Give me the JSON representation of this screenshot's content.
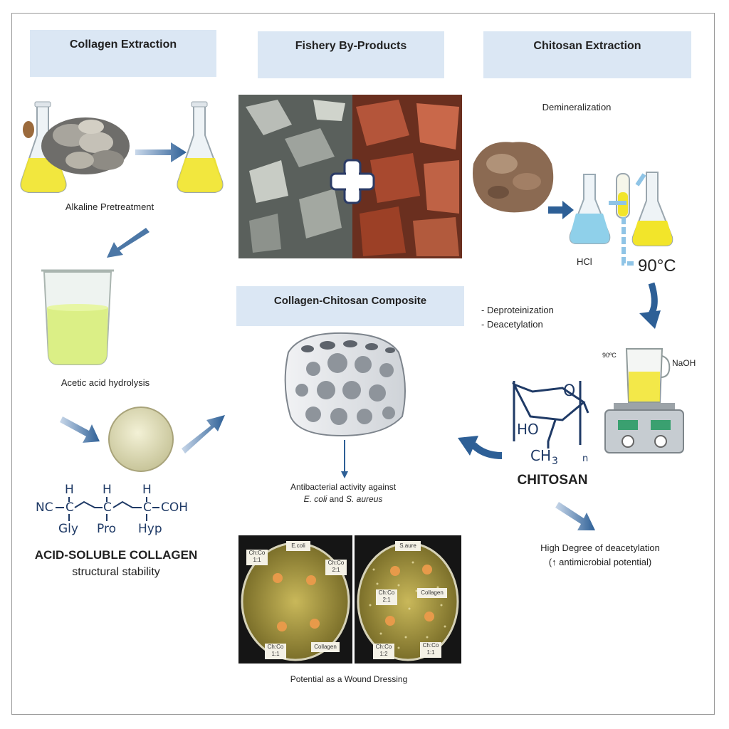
{
  "headers": {
    "collagen_extraction": "Collagen Extraction",
    "fishery_byproducts": "Fishery By-Products",
    "chitosan_extraction": "Chitosan Extraction",
    "composite": "Collagen-Chitosan Composite"
  },
  "labels": {
    "alkaline": "Alkaline Pretreatment",
    "acetic": "Acetic acid hydrolysis",
    "demineralization": "Demineralization",
    "hcl": "HCl",
    "temp_big": "90°C",
    "temp_small": "90ºC",
    "naoh": "NaOH",
    "deprot": "- Deproteinization",
    "deacet": "- Deacetylation",
    "chitosan": "CHITOSAN",
    "high_deac": "High Degree of deacetylation",
    "antimicrobial": "(↑ antimicrobial potential)",
    "antibacterial": "Antibacterial activity against",
    "acid_soluble": "ACID-SOLUBLE COLLAGEN",
    "structural": "structural stability",
    "wound": "Potential as a Wound Dressing"
  },
  "bacteria": {
    "ecoli": "E. coli",
    "and": " and ",
    "saureus": "S. aureus"
  },
  "formula": {
    "left": "NC",
    "right": "COH",
    "h": "H",
    "c": "C",
    "gly": "Gly",
    "pro": "Pro",
    "hyp": "Hyp"
  },
  "chitosan_struct": {
    "o": "O",
    "ho": "HO",
    "ch3": "CH",
    "sub3": "3",
    "n": "n"
  },
  "plate_labels": {
    "p1_l1": "Ch:Co",
    "p1_l1b": "1:1",
    "p1_l2": "E.coli",
    "p1_l3": "Ch:Co",
    "p1_l3b": "2:1",
    "p1_l4": "Ch:Co",
    "p1_l4b": "1:1",
    "p1_l5": "Collagen",
    "p2_l1": "S.aure",
    "p2_l2": "Ch:Co",
    "p2_l2b": "2:1",
    "p2_l3": "Collagen",
    "p2_l4": "Ch:Co",
    "p2_l4b": "1:2",
    "p2_l5": "Ch:Co",
    "p2_l5b": "1:1"
  },
  "colors": {
    "header_bg": "#dbe7f4",
    "arrow": "#2d5f96",
    "liquid_yellow": "#f2e52a",
    "liquid_green": "#d8ee7a",
    "chem_text": "#1f3a66"
  }
}
